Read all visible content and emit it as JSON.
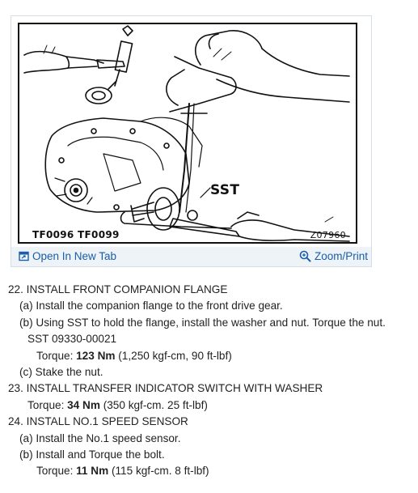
{
  "figure": {
    "ids_label": "TF0096  TF0099",
    "number_label": "Z07960",
    "sst_label": "SST",
    "open_tab_label": "Open In New Tab",
    "zoom_label": "Zoom/Print",
    "accent_color": "#1a5da8",
    "toolbar_bg": "#eef3f8",
    "open_icon": "open-new-tab-icon",
    "zoom_icon": "magnifier-icon"
  },
  "steps": [
    {
      "heading": "22. INSTALL FRONT COMPANION FLANGE",
      "a": "(a) Install the companion flange to the front drive gear.",
      "b": "(b) Using SST to hold the flange, install the washer and nut. Torque the nut.",
      "sst": "SST 09330-00021",
      "torque_prefix": "Torque: ",
      "torque_value": "123 Nm",
      "torque_suffix": " (1,250 kgf-cm, 90 ft-lbf)",
      "c": "(c) Stake the nut."
    },
    {
      "heading": "23. INSTALL TRANSFER INDICATOR SWITCH WITH WASHER",
      "torque_prefix": "Torque: ",
      "torque_value": "34 Nm",
      "torque_suffix": " (350 kgf-cm. 25 ft-lbf)"
    },
    {
      "heading": "24. INSTALL NO.1 SPEED SENSOR",
      "a": "(a) Install the No.1 speed sensor.",
      "b": "(b) Install and Torque the bolt.",
      "torque_prefix": "Torque: ",
      "torque_value": "11 Nm",
      "torque_suffix": " (115 kgf-cm. 8 ft-lbf)"
    }
  ]
}
